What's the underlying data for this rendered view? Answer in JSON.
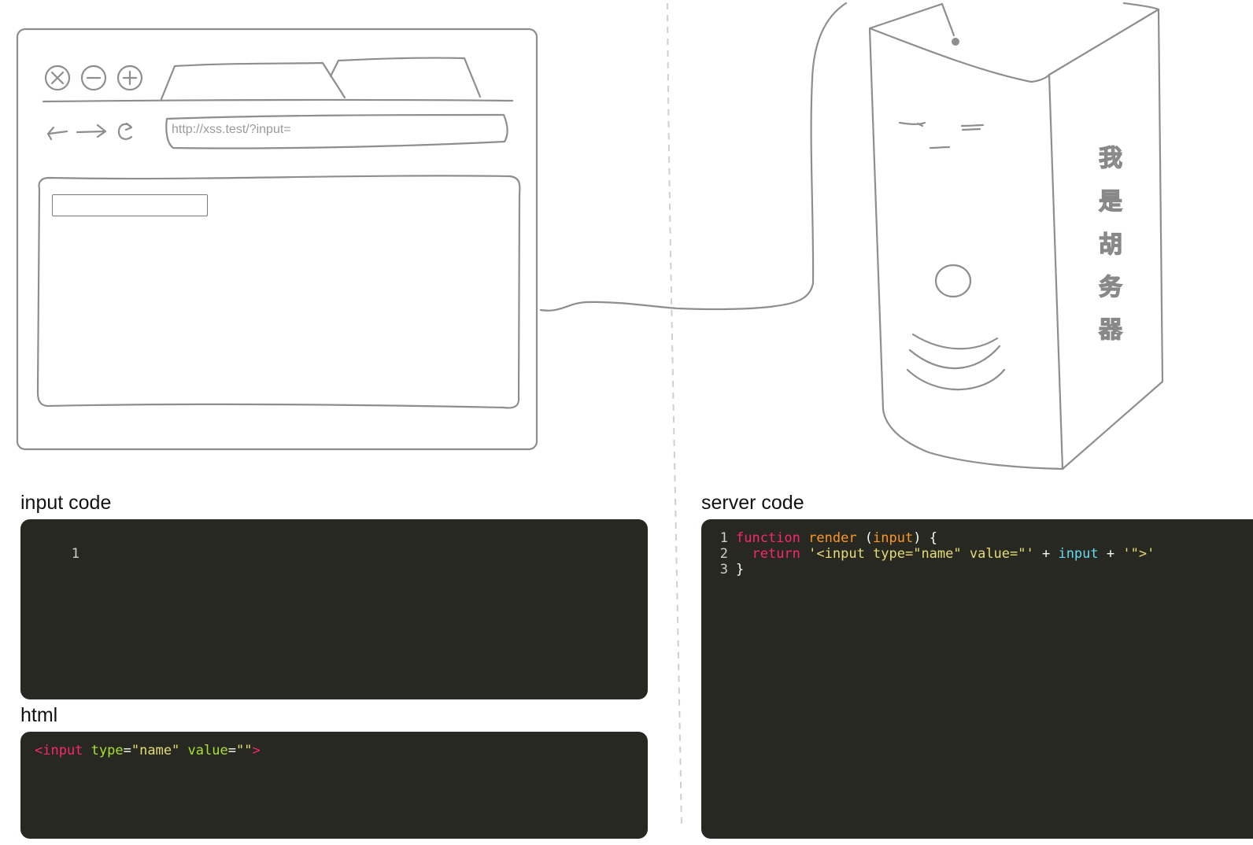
{
  "browser_sketch": {
    "address_bar": {
      "url": "http://xss.test/?input="
    },
    "page_input": {
      "value": ""
    }
  },
  "server_sketch": {
    "label_chars": [
      "我",
      "是",
      "胡",
      "务",
      "器"
    ]
  },
  "input_code": {
    "title": "input code",
    "lines": [
      {
        "number": "1",
        "text": ""
      }
    ]
  },
  "html_output": {
    "title": "html",
    "tokens": [
      {
        "type": "tag",
        "text": "<input"
      },
      {
        "type": "plain",
        "text": " "
      },
      {
        "type": "attr",
        "text": "type"
      },
      {
        "type": "plain",
        "text": "="
      },
      {
        "type": "str",
        "text": "\"name\""
      },
      {
        "type": "plain",
        "text": " "
      },
      {
        "type": "attr",
        "text": "value"
      },
      {
        "type": "plain",
        "text": "="
      },
      {
        "type": "str",
        "text": "\"\""
      },
      {
        "type": "tag",
        "text": ">"
      }
    ]
  },
  "server_code": {
    "title": "server code",
    "lines": [
      {
        "number": "1",
        "tokens": [
          {
            "type": "kw",
            "text": "function"
          },
          {
            "type": "plain",
            "text": " "
          },
          {
            "type": "fn",
            "text": "render"
          },
          {
            "type": "plain",
            "text": " ("
          },
          {
            "type": "param",
            "text": "input"
          },
          {
            "type": "plain",
            "text": ") {"
          }
        ]
      },
      {
        "number": "2",
        "tokens": [
          {
            "type": "plain",
            "text": "  "
          },
          {
            "type": "kw",
            "text": "return"
          },
          {
            "type": "plain",
            "text": " "
          },
          {
            "type": "str",
            "text": "'<input type=\"name\" value=\"'"
          },
          {
            "type": "plain",
            "text": " + "
          },
          {
            "type": "var",
            "text": "input"
          },
          {
            "type": "plain",
            "text": " + "
          },
          {
            "type": "str",
            "text": "'\">'"
          }
        ]
      },
      {
        "number": "3",
        "tokens": [
          {
            "type": "plain",
            "text": "}"
          }
        ]
      }
    ]
  },
  "colors": {
    "editor_background": "#272822",
    "sketch_stroke": "#8e8e8e",
    "keyword": "#f92672",
    "function_name": "#fd971f",
    "string": "#e6db74",
    "variable": "#66d9ef",
    "attribute": "#a6e22e"
  }
}
